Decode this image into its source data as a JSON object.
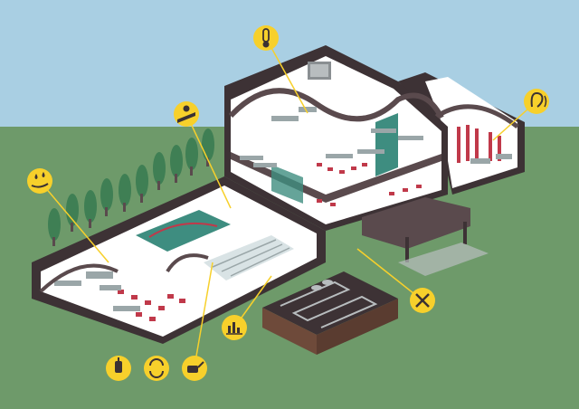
{
  "colors": {
    "sky": "#a9cfe3",
    "grass": "#6e9a6a",
    "roof": "#5a4a4d",
    "wall_dark": "#3d3235",
    "floor": "#ffffff",
    "accent_teal": "#3e8d80",
    "accent_red": "#c0394a",
    "badge": "#f7d02b",
    "badge_stroke": "#3b3133",
    "tree": "#3f7f54",
    "soil": "#6e4a3a"
  },
  "badges": [
    {
      "id": "temperature",
      "icon": "thermometer-icon"
    },
    {
      "id": "lighting",
      "icon": "sun-panel-icon"
    },
    {
      "id": "acoustics",
      "icon": "ear-icon"
    },
    {
      "id": "water",
      "icon": "water-drops-icon"
    },
    {
      "id": "maintenance",
      "icon": "tools-icon"
    },
    {
      "id": "energy",
      "icon": "meter-chart-icon"
    },
    {
      "id": "heat-source",
      "icon": "boiler-icon"
    },
    {
      "id": "recycle",
      "icon": "recycle-icon"
    },
    {
      "id": "oil",
      "icon": "oil-can-icon"
    }
  ]
}
